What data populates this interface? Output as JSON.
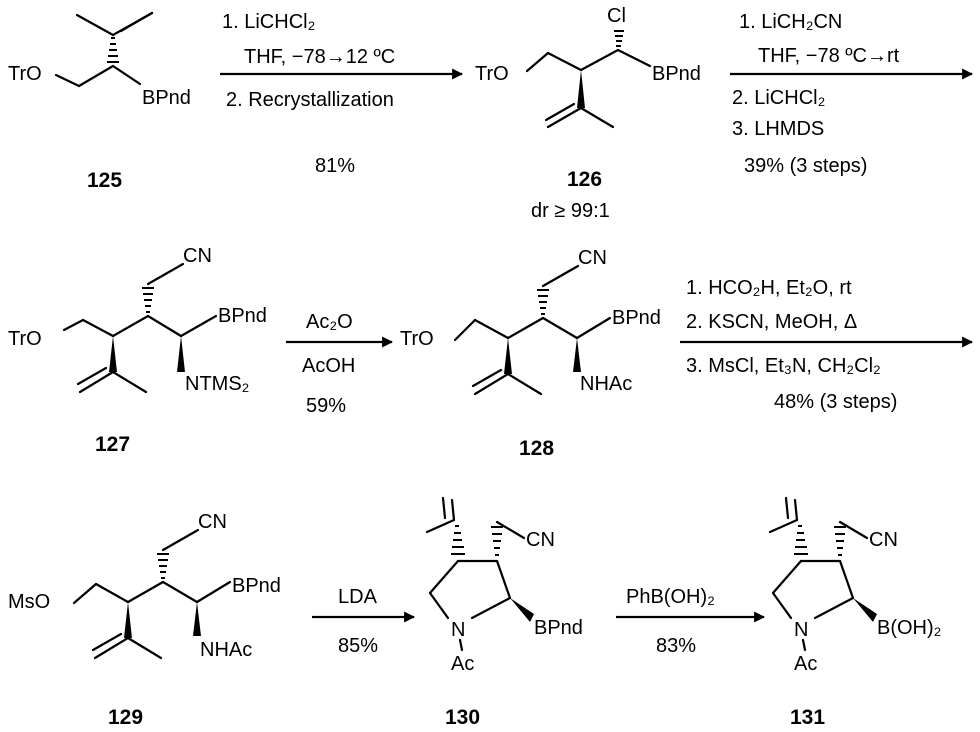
{
  "steps": [
    {
      "lines": [
        "1. LiCHCl₂",
        "THF, −78→12 ºC",
        "2. Recrystallization"
      ],
      "yield": "81%"
    },
    {
      "lines": [
        "1. LiCH₂CN",
        "THF, −78 ºC→rt",
        "2. LiCHCl₂",
        "3. LHMDS"
      ],
      "yield": "39% (3 steps)"
    },
    {
      "lines": [
        "Ac₂O",
        "AcOH"
      ],
      "yield": "59%"
    },
    {
      "lines": [
        "1. HCO₂H, Et₂O, rt",
        "2. KSCN, MeOH, Δ",
        "3. MsCl, Et₃N, CH₂Cl₂"
      ],
      "yield": "48% (3 steps)"
    },
    {
      "lines": [
        "LDA"
      ],
      "yield": "85%"
    },
    {
      "lines": [
        "PhB(OH)₂"
      ],
      "yield": "83%"
    }
  ],
  "compounds": [
    {
      "id": "125",
      "labels": {
        "o": "TrO",
        "b": "BPnd"
      }
    },
    {
      "id": "126",
      "labels": {
        "o": "TrO",
        "b": "BPnd",
        "x": "Cl"
      },
      "note": "dr ≥  99:1"
    },
    {
      "id": "127",
      "labels": {
        "o": "TrO",
        "b": "BPnd",
        "n": "NTMS₂",
        "cn": "CN"
      }
    },
    {
      "id": "128",
      "labels": {
        "o": "TrO",
        "b": "BPnd",
        "n": "NHAc",
        "cn": "CN"
      }
    },
    {
      "id": "129",
      "labels": {
        "o": "MsO",
        "b": "BPnd",
        "n": "NHAc",
        "cn": "CN"
      }
    },
    {
      "id": "130",
      "labels": {
        "n": "N",
        "ac": "Ac",
        "b": "BPnd",
        "cn": "CN"
      }
    },
    {
      "id": "131",
      "labels": {
        "n": "N",
        "ac": "Ac",
        "b": "B(OH)₂",
        "cn": "CN"
      }
    }
  ]
}
